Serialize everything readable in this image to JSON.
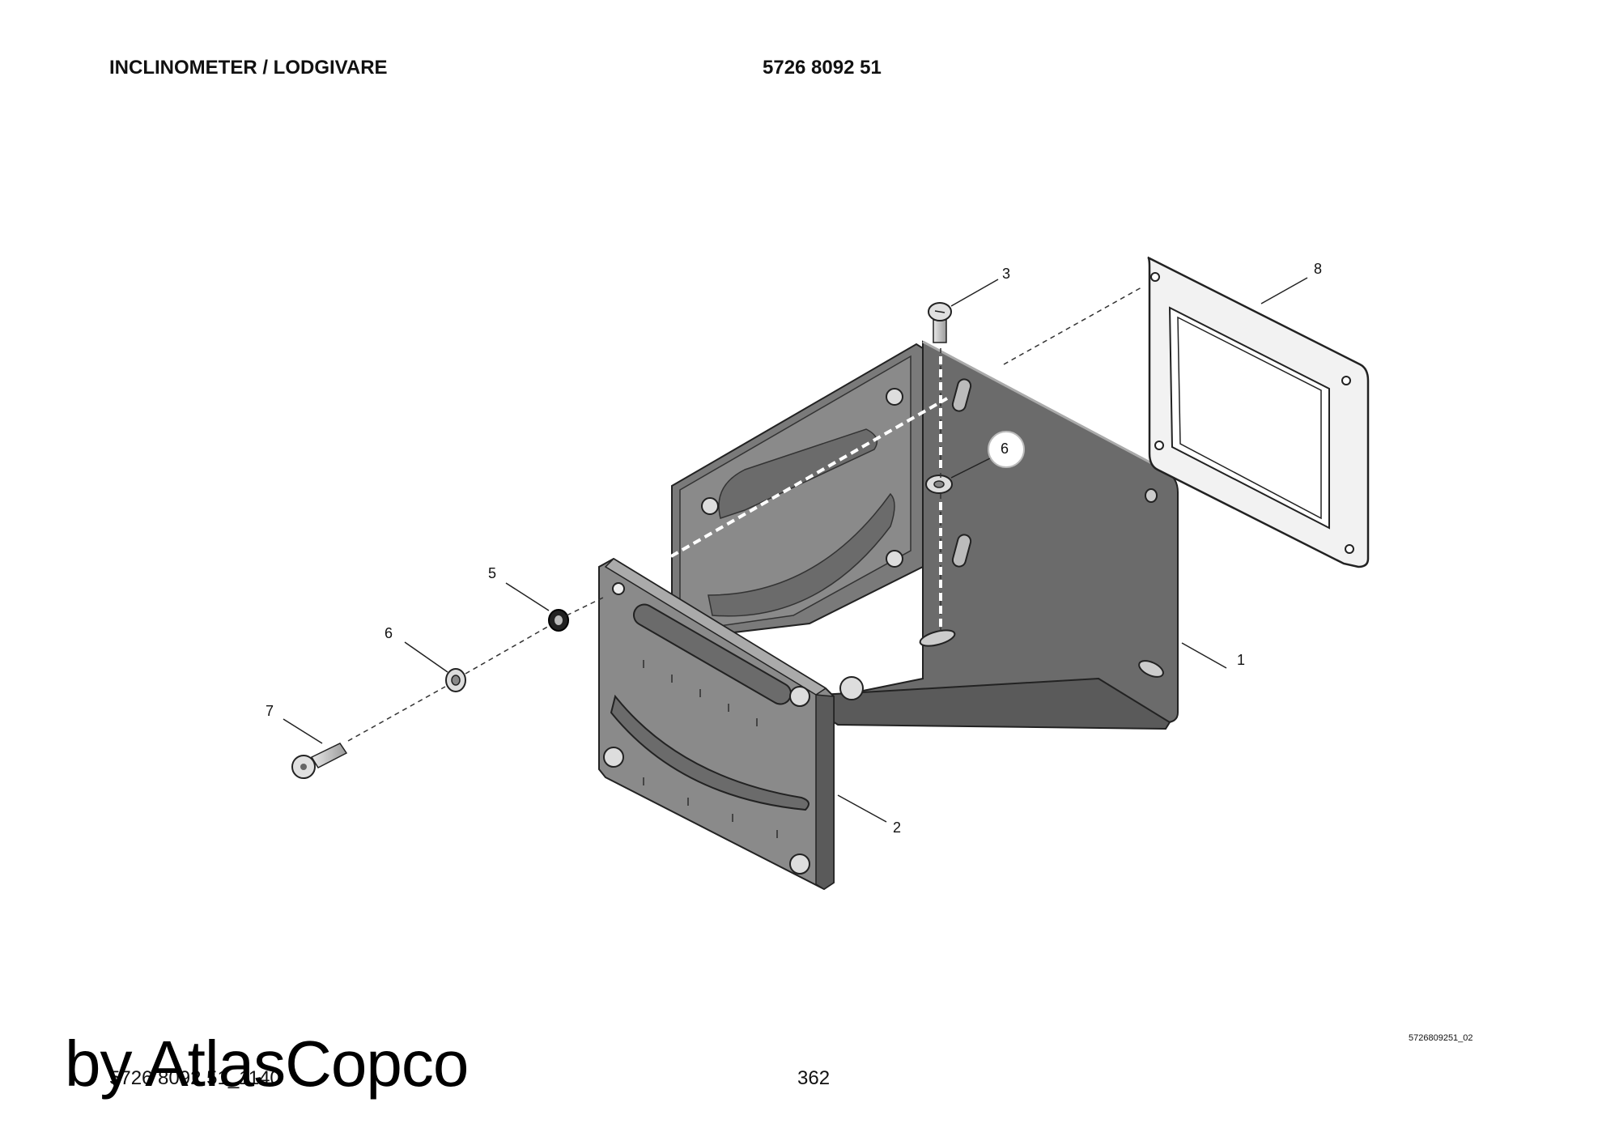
{
  "header": {
    "title": "INCLINOMETER / LODGIVARE",
    "part_number": "5726 8092 51"
  },
  "callouts": [
    "1",
    "2",
    "3",
    "5",
    "6",
    "6",
    "7",
    "8"
  ],
  "drawing_id": "5726809251_02",
  "footer": {
    "code": "5726 8092 51_1140",
    "page": "362"
  },
  "watermark": "by AtlasCopco",
  "colors": {
    "plate_dark": "#6b6b6b",
    "plate_mid": "#8a8a8a",
    "outline": "#222222",
    "gasket_fill": "#f2f2f2"
  }
}
